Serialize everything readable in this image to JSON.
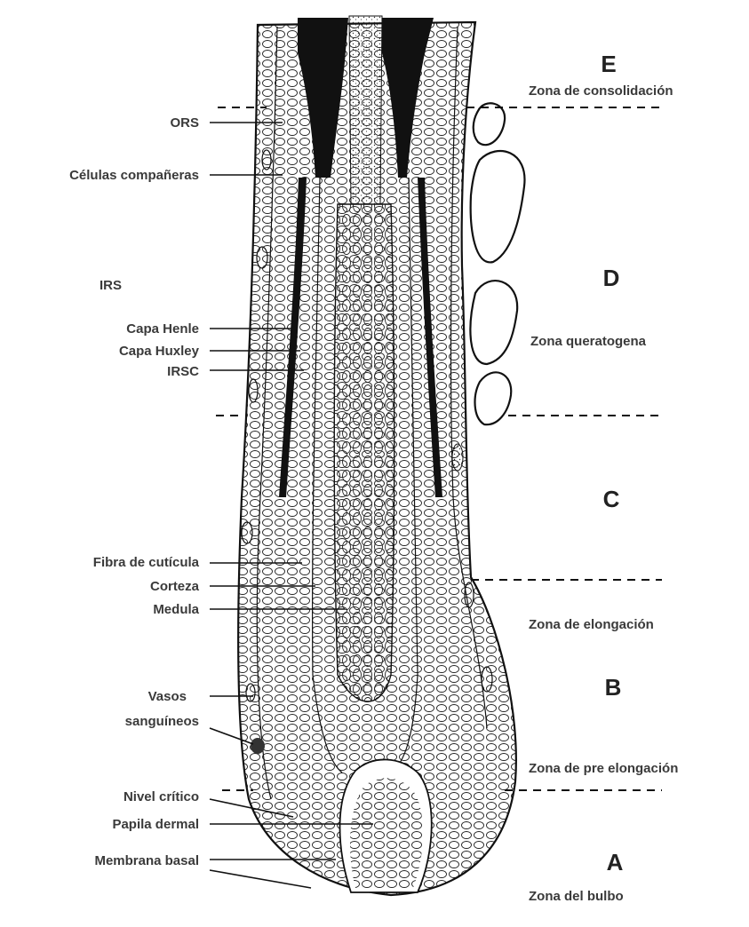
{
  "structure_labels": [
    "ORS",
    "Células compañeras",
    "IRS",
    "Capa Henle",
    "Capa Huxley",
    "IRSC",
    "Fibra de cutícula",
    "Corteza",
    "Medula",
    "Vasos",
    "sanguíneos",
    "Nivel crítico",
    "Papila dermal",
    "Membrana basal"
  ],
  "zones": [
    {
      "letter": "E",
      "name": "Zona de consolidación"
    },
    {
      "letter": "D",
      "name": "Zona queratogena"
    },
    {
      "letter": "C",
      "name": ""
    },
    {
      "letter": "",
      "name": "Zona de elongación"
    },
    {
      "letter": "B",
      "name": "Zona de pre elongación"
    },
    {
      "letter": "A",
      "name": "Zona del bulbo"
    }
  ]
}
